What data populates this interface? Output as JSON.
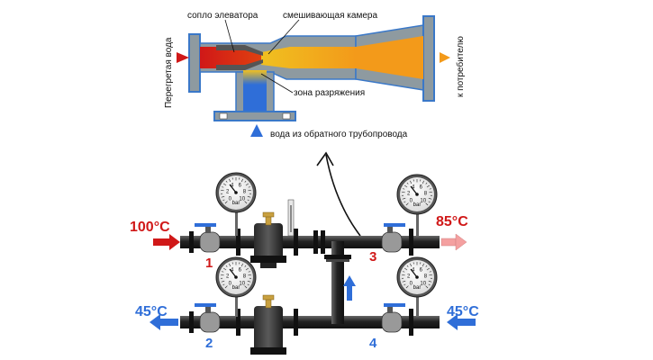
{
  "elevator": {
    "nozzle_label": "сопло элеватора",
    "mixing_chamber_label": "смешивающая камера",
    "vacuum_zone_label": "зона разряжения",
    "return_water_label": "вода из обратного трубопровода",
    "inlet_label": "Перегретая вода",
    "outlet_label": "к потребителю"
  },
  "scheme": {
    "temp_in": "100°C",
    "temp_out": "85°C",
    "temp_return_left": "45°C",
    "temp_return_right": "45°C",
    "valve_1": "1",
    "valve_2": "2",
    "valve_3": "3",
    "valve_4": "4",
    "gauge_unit": "bar",
    "gauge_ticks": [
      "0",
      "2",
      "4",
      "6",
      "8",
      "10"
    ]
  },
  "colors": {
    "hot": "#d01818",
    "mixed": "#f39a1a",
    "return": "#2f6ed8",
    "pipe_dark": "#1a1a1a",
    "body_gray": "#8e9aa0",
    "flange_blue": "#3a78c8"
  }
}
